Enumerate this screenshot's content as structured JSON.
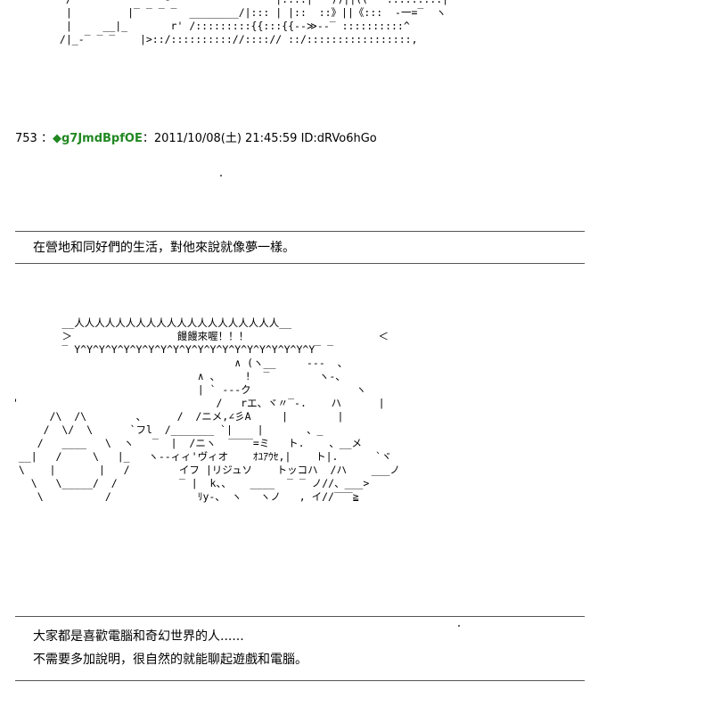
{
  "art_top": "  /               -    '            |::::|   ))||((   :::::::::|\n  |         |‾ ‾ ‾ ‾  ________/|::: | |::  ::》||《:::  -一=‾  ヽ\n  |     __|_       r' /:::::::::{{:::{{--≫--‾ ::::::::::^\n /|_-‾ ‾ ‾    |>::/:::::::::://::::// ::/:::::::::::::::::,",
  "post": {
    "number": "753",
    "separator": "：",
    "trip": "◆g7JmdBpfOE",
    "colon": "：",
    "datetime": "2011/10/08(土) 21:45:59",
    "id": "ID:dRVo6hGo"
  },
  "box1": {
    "line1": "在營地和同好們的生活，對他來說就像夢一樣。"
  },
  "art_mid": "        __人人人人人人人人人人人人人人人人人人人人__\n        ＞                 饅饅來喔！！！                     ＜\n        ‾ Y^Y^Y^Y^Y^Y^Y^Y^Y^Y^Y^Y^Y^Y^Y^Y^Y^Y^Y^Y‾ ‾\n                                    ∧ (ヽ__     ---  、\n                              ∧ 、    !  ‾        ヽ-、\n                              | ` ---ク                 ヽ\n'                                /   rエ、ヾ〃‾-.    ハ      |\n      /\\  /\\        、     /  /ニメ,∠彡A     |        |\n     /  \\/  \\      `フl  /_______ `|    |       、_\n    /   ____   \\  ヽ   ‾  |  /ニヽ  ‾‾‾‾=ミ   ト.    、__メ\n __|   /     \\   |_   ヽ--ィィ'ヴィオ    ｵﾕｱｳｾ,|    ト|.      `ヾ\n \\    |       |   /        イフ |リジュソ    トッコハ  /ハ    ___ノ\n   \\   \\_____/  /          ‾ |  k、、   ____  ‾ ‾ ノ//、___>\n    \\          /              ﾘy-、 ヽ   ヽノ   , イ//‾‾‾≧",
  "box2": {
    "line1": "大家都是喜歡電腦和奇幻世界的人......",
    "line2": "不需要多加說明，很自然的就能聊起遊戲和電腦。"
  },
  "colors": {
    "trip_name": "#228822",
    "rule": "#555555"
  }
}
